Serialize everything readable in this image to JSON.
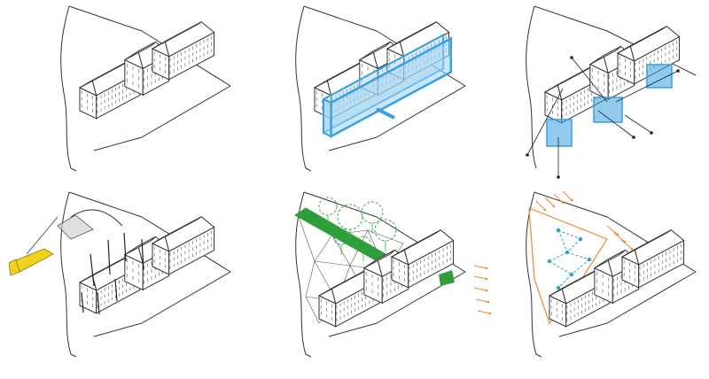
{
  "colors": {
    "line": "#333333",
    "glass_blue": "#3aa0e0",
    "glass_blue_fill": "#9fd4f2",
    "green": "#2e9e3a",
    "tree_green": "#3fae4a",
    "crane_yellow": "#f2d21b",
    "wind_orange": "#f08a2c",
    "node_blue": "#2f9fdc"
  },
  "panels": [
    {
      "id": "base-site",
      "overlay": "none"
    },
    {
      "id": "glass-volume",
      "overlay": "blue-volume"
    },
    {
      "id": "glass-pavilions",
      "overlay": "blue-boxes-rays"
    },
    {
      "id": "construction",
      "overlay": "yellow-crane-canopy"
    },
    {
      "id": "green-canopy",
      "overlay": "trees-green-roof"
    },
    {
      "id": "climate-flow",
      "overlay": "orange-wind-blue-nodes"
    }
  ]
}
